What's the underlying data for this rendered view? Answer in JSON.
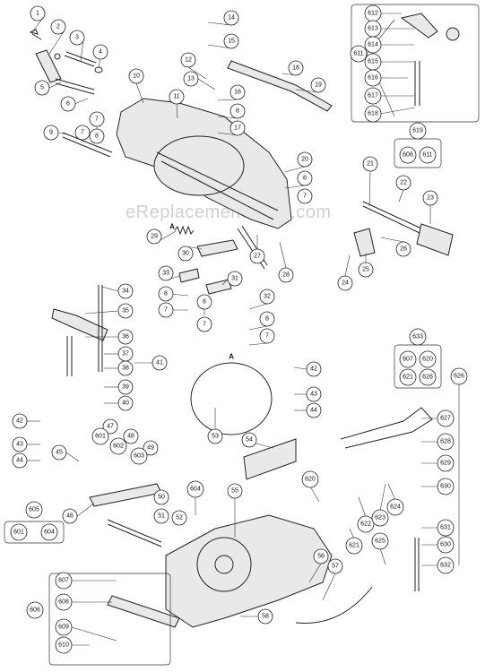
{
  "watermark": "eReplacementParts.com",
  "section_marker": "A",
  "balloons": [
    "1",
    "2",
    "3",
    "4",
    "5",
    "6",
    "7",
    "7",
    "8",
    "9",
    "10",
    "11",
    "12",
    "13",
    "14",
    "15",
    "16",
    "8",
    "17",
    "18",
    "19",
    "20",
    "8",
    "7",
    "21",
    "22",
    "23",
    "24",
    "25",
    "26",
    "27",
    "28",
    "29",
    "30",
    "31",
    "32",
    "8",
    "7",
    "33",
    "8",
    "7",
    "8",
    "7",
    "34",
    "35",
    "36",
    "37",
    "38",
    "39",
    "40",
    "41",
    "42",
    "43",
    "44",
    "42",
    "43",
    "44",
    "45",
    "46",
    "47",
    "601",
    "48",
    "602",
    "49",
    "603",
    "50",
    "51",
    "52",
    "53",
    "54",
    "55",
    "56",
    "57",
    "58",
    "604",
    "611",
    "612",
    "613",
    "614",
    "615",
    "616",
    "617",
    "618",
    "619",
    "606",
    "611",
    "620",
    "621",
    "622",
    "623",
    "624",
    "625",
    "626",
    "627",
    "628",
    "629",
    "630",
    "631",
    "630",
    "632",
    "633",
    "607",
    "620",
    "621",
    "626",
    "605",
    "601",
    "604",
    "606",
    "607",
    "608",
    "609",
    "610"
  ],
  "box_labels": {
    "box_605": [
      "601",
      "604"
    ],
    "box_619": [
      "606",
      "611"
    ],
    "box_633": [
      "607",
      "620",
      "621",
      "626"
    ]
  }
}
